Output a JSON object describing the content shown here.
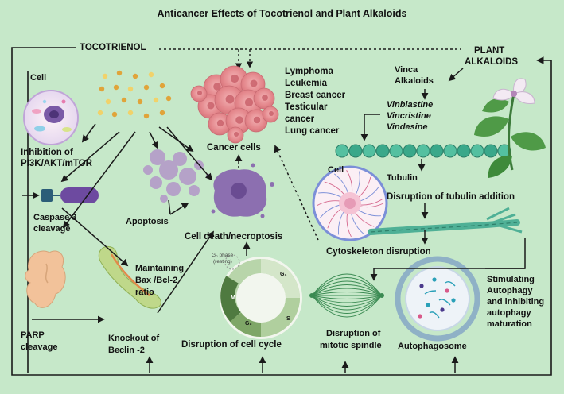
{
  "title": "Anticancer Effects of Tocotrienol and Plant Alkaloids",
  "sources": {
    "tocotrienol": "TOCOTRIENOL",
    "plant_alkaloids_line1": "PLANT",
    "plant_alkaloids_line2": "ALKALOIDS"
  },
  "labels": {
    "cell_left": "Cell",
    "cell_right": "Cell",
    "inhibition_line1": "Inhibition of",
    "inhibition_line2": "PI3K/AKT/mTOR",
    "caspase_line1": "Caspase 3",
    "caspase_line2": "cleavage",
    "apoptosis": "Apoptosis",
    "bax_line1": "Maintaining",
    "bax_line2": "Bax /Bcl-2",
    "bax_line3": "ratio",
    "cell_death": "Cell death/necroptosis",
    "cancer_cells": "Cancer cells",
    "parp_line1": "PARP",
    "parp_line2": "cleavage",
    "beclin_line1": "Knockout of",
    "beclin_line2": "Beclin -2",
    "cell_cycle": "Disruption of cell cycle",
    "mitotic_line1": "Disruption of",
    "mitotic_line2": "mitotic spindle",
    "autophagosome": "Autophagosome",
    "autophagy_line1": "Stimulating",
    "autophagy_line2": "Autophagy",
    "autophagy_line3": "and inhibiting",
    "autophagy_line4": "autophagy",
    "autophagy_line5": "maturation",
    "tubulin": "Tubulin",
    "tubulin_disruption": "Disruption of tubulin addition",
    "cytoskeleton": "Cytoskeleton disruption",
    "vinca_line1": "Vinca",
    "vinca_line2": "Alkaloids",
    "cycle_g0_line1": "G₀ phase",
    "cycle_g0_line2": "(resting)",
    "cycle_g1": "G₁",
    "cycle_s": "S",
    "cycle_g2": "G₂",
    "cycle_m": "M"
  },
  "cancer_types": [
    "Lymphoma",
    "Leukemia",
    "Breast cancer",
    "Testicular",
    "cancer",
    "Lung cancer"
  ],
  "vinca_drugs": [
    "Vinblastine",
    "Vincristine",
    "Vindesine"
  ],
  "colors": {
    "background": "#c6e8c9",
    "arrow": "#1a1a1a",
    "cancer_cell": "#e88a8e",
    "dying_cell": "#9a82b8",
    "tubulin_bead": "#3aa88a",
    "parp": "#f2c29a",
    "cycle": "#6d9a5c"
  }
}
